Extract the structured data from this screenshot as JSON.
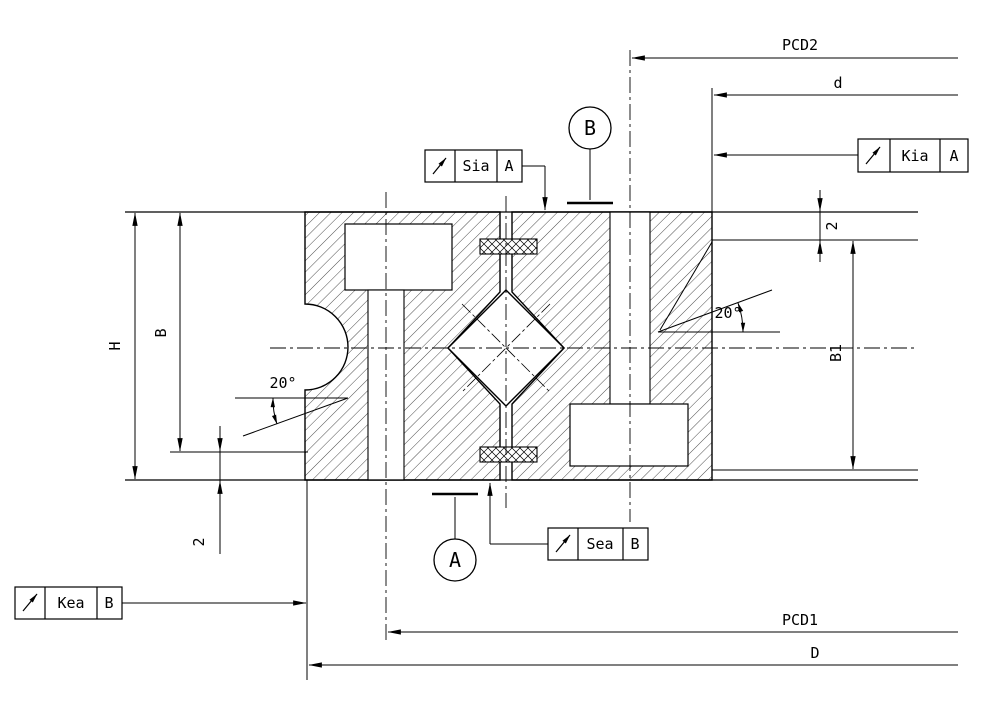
{
  "colors": {
    "ink": "#000000",
    "paper": "#ffffff"
  },
  "labels": {
    "pcd2": "PCD2",
    "d": "d",
    "pcd1": "PCD1",
    "D": "D",
    "H": "H",
    "B": "B",
    "B1": "B1",
    "offset_top": "2",
    "offset_bottom": "2",
    "angle_left": "20°",
    "angle_right": "20°"
  },
  "datums": {
    "a": "A",
    "b": "B"
  },
  "fcf": {
    "sia": {
      "characteristic": "circular-runout",
      "tolerance": "Sia",
      "datum": "A"
    },
    "kia": {
      "characteristic": "circular-runout",
      "tolerance": "Kia",
      "datum": "A"
    },
    "sea": {
      "characteristic": "circular-runout",
      "tolerance": "Sea",
      "datum": "B"
    },
    "kea": {
      "characteristic": "circular-runout",
      "tolerance": "Kea",
      "datum": "B"
    }
  }
}
